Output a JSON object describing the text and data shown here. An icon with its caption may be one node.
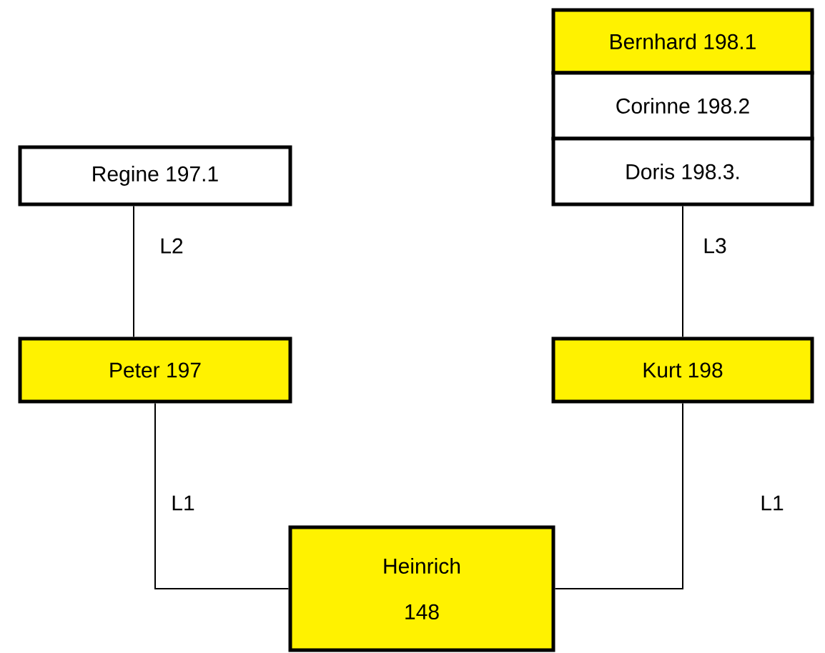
{
  "diagram": {
    "nodes": [
      {
        "text": [
          "Bernhard 198.1"
        ]
      },
      {
        "text": [
          "Corinne 198.2"
        ]
      },
      {
        "text": [
          "Doris 198.3."
        ]
      },
      {
        "text": [
          "Regine 197.1"
        ]
      },
      {
        "text": [
          "Peter 197"
        ]
      },
      {
        "text": [
          "Kurt 198"
        ]
      },
      {
        "text": [
          "Heinrich",
          "148"
        ]
      }
    ],
    "edges": [
      {
        "from": 3,
        "to": 4,
        "arrow": "none",
        "label": "L2"
      },
      {
        "from": 2,
        "to": 5,
        "arrow": "none",
        "label": "L3"
      },
      {
        "from": 4,
        "to": 6,
        "arrow": "none",
        "label": "L1"
      },
      {
        "from": 5,
        "to": 6,
        "arrow": "none",
        "label": "L1"
      }
    ]
  }
}
